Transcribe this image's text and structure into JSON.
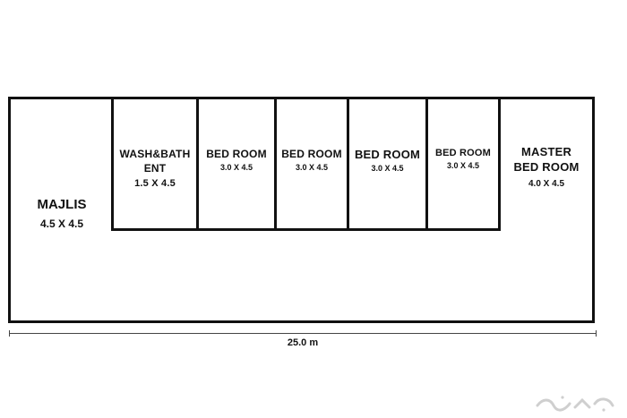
{
  "plan": {
    "majlis": {
      "name": "MAJLIS",
      "dim": "4.5 X 4.5"
    },
    "wash": {
      "name_line1": "WASH&BATH",
      "name_line2": "ENT",
      "dim": "1.5 X 4.5"
    },
    "bed1": {
      "name": "BED ROOM",
      "dim": "3.0 X 4.5"
    },
    "bed2": {
      "name": "BED ROOM",
      "dim": "3.0 X 4.5"
    },
    "bed3": {
      "name": "BED ROOM",
      "dim": "3.0 X 4.5"
    },
    "bed4": {
      "name": "BED ROOM",
      "dim": "3.0 X 4.5"
    },
    "master": {
      "name_line1": "MASTER",
      "name_line2": "BED ROOM",
      "dim": "4.0 X 4.5"
    },
    "total_length": "25.0 m"
  },
  "watermark": {
    "text": "حراج"
  }
}
